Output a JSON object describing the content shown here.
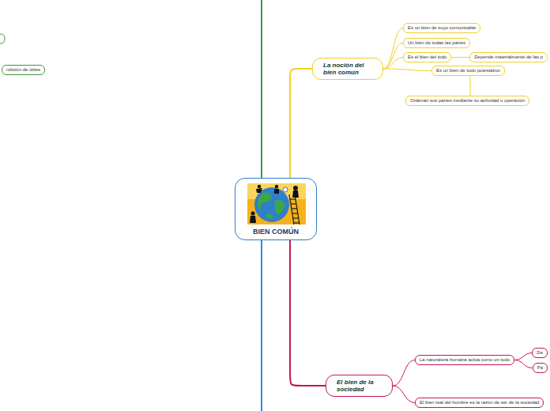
{
  "diagram": {
    "nodes": [
      {
        "text": [
          "BIEN COMÚN"
        ]
      },
      {
        "text": [
          "ndición de útiles"
        ]
      },
      {
        "text": [
          "La noción del bien común"
        ]
      },
      {
        "text": [
          "Es un bien de suyo comunicable"
        ]
      },
      {
        "text": [
          "Un bien de todas las partes"
        ]
      },
      {
        "text": [
          "Es el bien del todo"
        ]
      },
      {
        "text": [
          "Es un bien de todo potestativo"
        ]
      },
      {
        "text": [
          "Depende materialmente de las p"
        ]
      },
      {
        "text": [
          "Ordenan sus partes mediante su actividad u operación"
        ]
      },
      {
        "text": [
          "El bien de la sociedad"
        ]
      },
      {
        "text": [
          "La naturaleza humana actúa como un todo"
        ]
      },
      {
        "text": [
          "De"
        ]
      },
      {
        "text": [
          "Pa"
        ]
      },
      {
        "text": [
          "El bien real del hombre es la razón de ser de la sociedad"
        ]
      }
    ],
    "edges": [
      {
        "from": 0,
        "to": 2,
        "arrow": "none"
      },
      {
        "from": 2,
        "to": 3,
        "arrow": "none"
      },
      {
        "from": 2,
        "to": 4,
        "arrow": "none"
      },
      {
        "from": 2,
        "to": 5,
        "arrow": "none"
      },
      {
        "from": 2,
        "to": 6,
        "arrow": "none"
      },
      {
        "from": 5,
        "to": 7,
        "arrow": "none"
      },
      {
        "from": 6,
        "to": 8,
        "arrow": "none"
      },
      {
        "from": 0,
        "to": 9,
        "arrow": "none"
      },
      {
        "from": 9,
        "to": 10,
        "arrow": "none"
      },
      {
        "from": 10,
        "to": 11,
        "arrow": "none"
      },
      {
        "from": 10,
        "to": 12,
        "arrow": "none"
      },
      {
        "from": 9,
        "to": 13,
        "arrow": "none"
      }
    ]
  }
}
